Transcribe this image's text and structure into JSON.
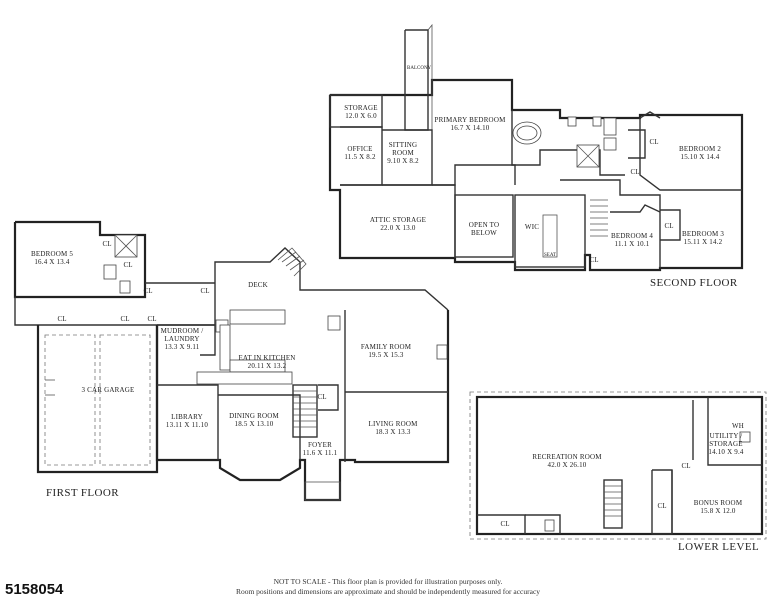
{
  "listing_number": "5158054",
  "floors": {
    "first": "FIRST FLOOR",
    "second": "SECOND FLOOR",
    "lower": "LOWER LEVEL"
  },
  "rooms": {
    "storage": {
      "name": "STORAGE",
      "dims": "12.0 X 6.0"
    },
    "office": {
      "name": "OFFICE",
      "dims": "11.5 X 8.2"
    },
    "sitting": {
      "name": "SITTING",
      "name2": "ROOM",
      "dims": "9.10 X 8.2"
    },
    "primary": {
      "name": "PRIMARY BEDROOM",
      "dims": "16.7 X 14.10"
    },
    "bed2": {
      "name": "BEDROOM 2",
      "dims": "15.10 X 14.4"
    },
    "attic": {
      "name": "ATTIC STORAGE",
      "dims": "22.0 X 13.0"
    },
    "open_below": {
      "name": "OPEN TO",
      "name2": "BELOW"
    },
    "wic": {
      "name": "WIC"
    },
    "bed4": {
      "name": "BEDROOM 4",
      "dims": "11.1 X 10.1"
    },
    "bed3": {
      "name": "BEDROOM 3",
      "dims": "15.11 X 14.2"
    },
    "bed5": {
      "name": "BEDROOM 5",
      "dims": "16.4 X 13.4"
    },
    "deck": {
      "name": "DECK"
    },
    "mudroom": {
      "name": "MUDROOM /",
      "name2": "LAUNDRY",
      "dims": "13.3 X 9.11"
    },
    "kitchen": {
      "name": "EAT IN KITCHEN",
      "dims": "20.11 X 13.2"
    },
    "family": {
      "name": "FAMILY ROOM",
      "dims": "19.5 X 15.3"
    },
    "garage": {
      "name": "3 CAR GARAGE"
    },
    "library": {
      "name": "LIBRARY",
      "dims": "13.11 X 11.10"
    },
    "dining": {
      "name": "DINING ROOM",
      "dims": "18.5 X 13.10"
    },
    "living": {
      "name": "LIVING ROOM",
      "dims": "18.3 X 13.3"
    },
    "foyer": {
      "name": "FOYER",
      "dims": "11.6 X 11.1"
    },
    "recreation": {
      "name": "RECREATION ROOM",
      "dims": "42.0 X 26.10"
    },
    "utility": {
      "name": "UTILITY /",
      "name2": "STORAGE",
      "dims": "14.10 X 9.4"
    },
    "wh": {
      "name": "WH"
    },
    "bonus": {
      "name": "BONUS ROOM",
      "dims": "15.8 X 12.0"
    }
  },
  "closet_label": "CL",
  "balcony_label": "BALCONY",
  "seat_label": "SEAT",
  "disclaimer": {
    "line1": "NOT TO SCALE - This floor plan is provided for illustration purposes only.",
    "line2": "Room positions and dimensions are approximate and should be independently measured for accuracy"
  }
}
